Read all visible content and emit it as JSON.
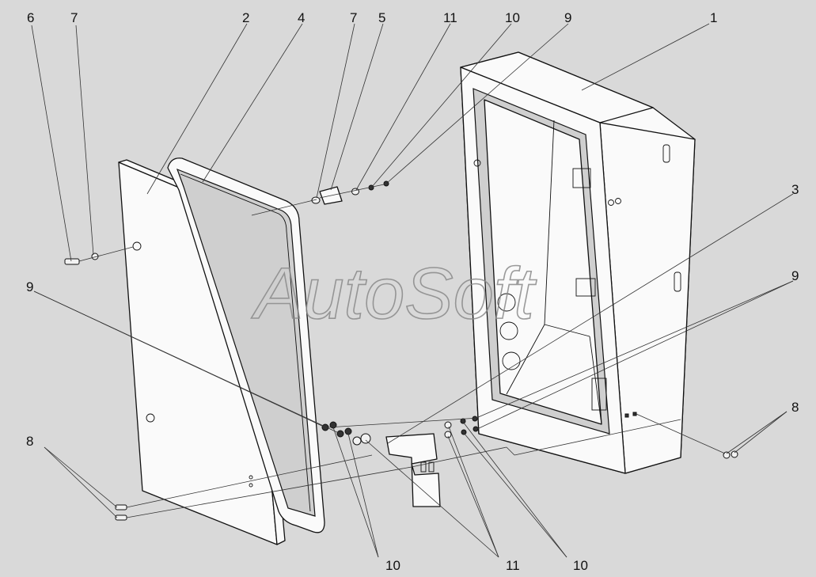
{
  "watermark": "AutoSoft",
  "callouts": {
    "c6": "6",
    "c7a": "7",
    "c2": "2",
    "c4": "4",
    "c7b": "7",
    "c5": "5",
    "c11a": "11",
    "c10a": "10",
    "c9a": "9",
    "c1": "1",
    "c3": "3",
    "c9b": "9",
    "c9c": "9",
    "c8a": "8",
    "c8b": "8",
    "c10b": "10",
    "c11b": "11",
    "c10c": "10"
  },
  "colors": {
    "background": "#d9d9d9",
    "line": "#111111",
    "fill": "#fafafa"
  }
}
